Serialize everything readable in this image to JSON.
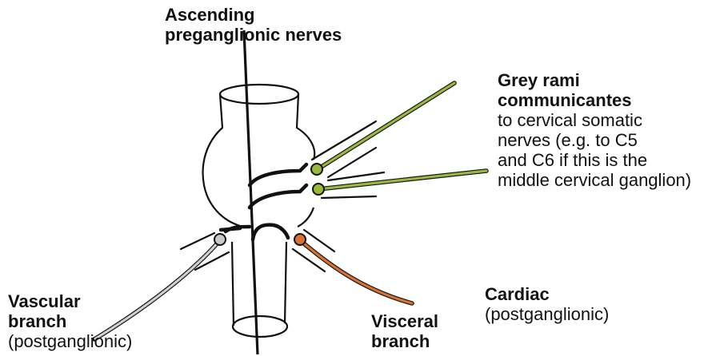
{
  "labels": {
    "ascending": {
      "line1": "Ascending",
      "line2": "preganglionic nerves"
    },
    "grey_rami": {
      "line1": "Grey rami",
      "line2": "communicantes",
      "desc1": "to cervical somatic",
      "desc2": "nerves (e.g. to C5",
      "desc3": "and C6 if this is the",
      "desc4": "middle cervical ganglion)"
    },
    "cardiac": {
      "line1": "Cardiac",
      "line2": "(postganglionic)"
    },
    "visceral": {
      "line1": "Visceral",
      "line2": "branch"
    },
    "vascular": {
      "line1": "Vascular",
      "line2": "branch",
      "line3": "(postganglionic)"
    }
  },
  "colors": {
    "grey_rami_fiber": "#9bb83a",
    "cardiac_fiber": "#d9722e",
    "vascular_fiber": "#c8c8c8",
    "outline": "#111111"
  }
}
